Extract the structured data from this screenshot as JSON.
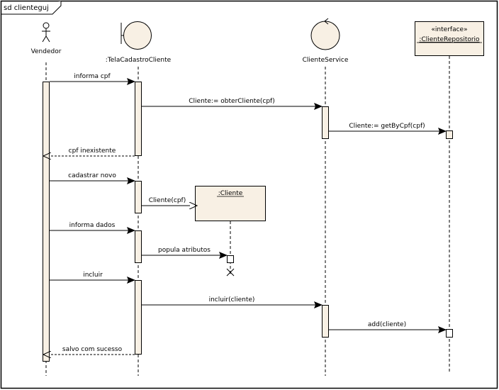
{
  "frame": {
    "title": "sd clienteguj"
  },
  "colors": {
    "fill": "#F8F0E4",
    "line": "#000000",
    "background": "#FFFFFF"
  },
  "participants": [
    {
      "id": "vendedor",
      "kind": "actor",
      "label": "Vendedor"
    },
    {
      "id": "tela",
      "kind": "boundary",
      "label": ":TelaCadastroCliente"
    },
    {
      "id": "service",
      "kind": "control",
      "label": "ClienteService"
    },
    {
      "id": "repo",
      "kind": "interface",
      "stereotype": "«interface»",
      "label": ":ClienteRepositorio"
    },
    {
      "id": "cliente",
      "kind": "object",
      "label": ":Cliente"
    }
  ],
  "messages": [
    {
      "from": "vendedor",
      "to": "tela",
      "label": "informa cpf",
      "type": "sync"
    },
    {
      "from": "tela",
      "to": "service",
      "label": "Cliente:= obterCliente(cpf)",
      "type": "sync"
    },
    {
      "from": "service",
      "to": "repo",
      "label": "Cliente:= getByCpf(cpf)",
      "type": "sync"
    },
    {
      "from": "tela",
      "to": "vendedor",
      "label": "cpf inexistente",
      "type": "return"
    },
    {
      "from": "vendedor",
      "to": "tela",
      "label": "cadastrar novo",
      "type": "sync"
    },
    {
      "from": "tela",
      "to": "cliente",
      "label": "Cliente(cpf)",
      "type": "create"
    },
    {
      "from": "vendedor",
      "to": "tela",
      "label": "informa dados",
      "type": "sync"
    },
    {
      "from": "tela",
      "to": "cliente",
      "label": "popula atributos",
      "type": "sync"
    },
    {
      "from": "vendedor",
      "to": "tela",
      "label": "incluir",
      "type": "sync"
    },
    {
      "from": "tela",
      "to": "service",
      "label": "incluir(cliente)",
      "type": "sync"
    },
    {
      "from": "service",
      "to": "repo",
      "label": "add(cliente)",
      "type": "sync"
    },
    {
      "from": "tela",
      "to": "vendedor",
      "label": "salvo com sucesso",
      "type": "return"
    }
  ]
}
